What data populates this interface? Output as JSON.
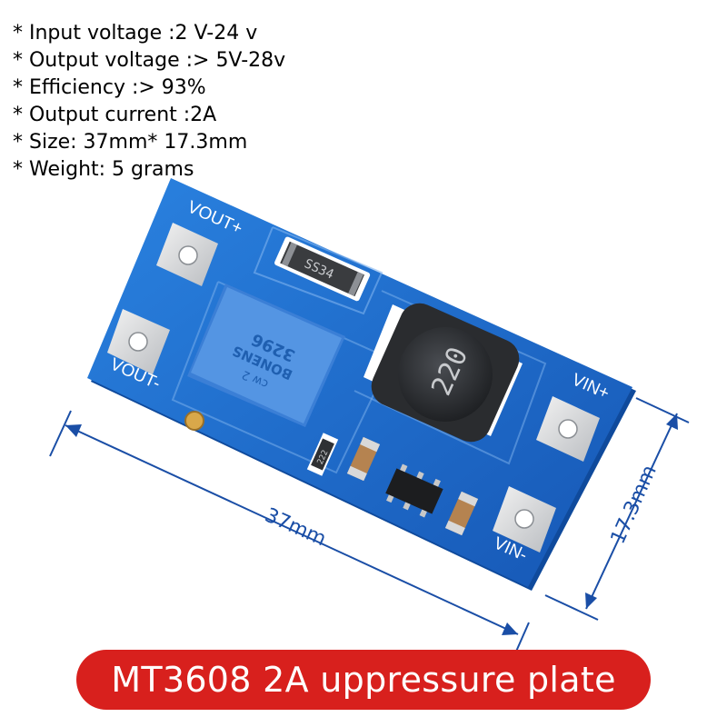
{
  "specs": [
    "* Input voltage :2 V-24 v",
    "* Output voltage :> 5V-28v",
    "* Efficiency :> 93%",
    "* Output current :2A",
    "* Size: 37mm* 17.3mm",
    "* Weight: 5 grams"
  ],
  "board": {
    "labels": {
      "vout_plus": "VOUT+",
      "vout_minus": "VOUT-",
      "vin_plus": "VIN+",
      "vin_minus": "VIN-"
    },
    "diode_marking": "SS34",
    "inductor_marking": "220",
    "resistor_marking": "222",
    "potentiometer_lines": [
      "BONENS",
      "3296",
      "cw 2"
    ]
  },
  "dimensions": {
    "length": "37mm",
    "width": "17.3mm"
  },
  "banner": {
    "text": "MT3608 2A uppressure plate"
  },
  "colors": {
    "pcb_blue": "#1e6fcf",
    "banner_red": "#d8201d"
  }
}
